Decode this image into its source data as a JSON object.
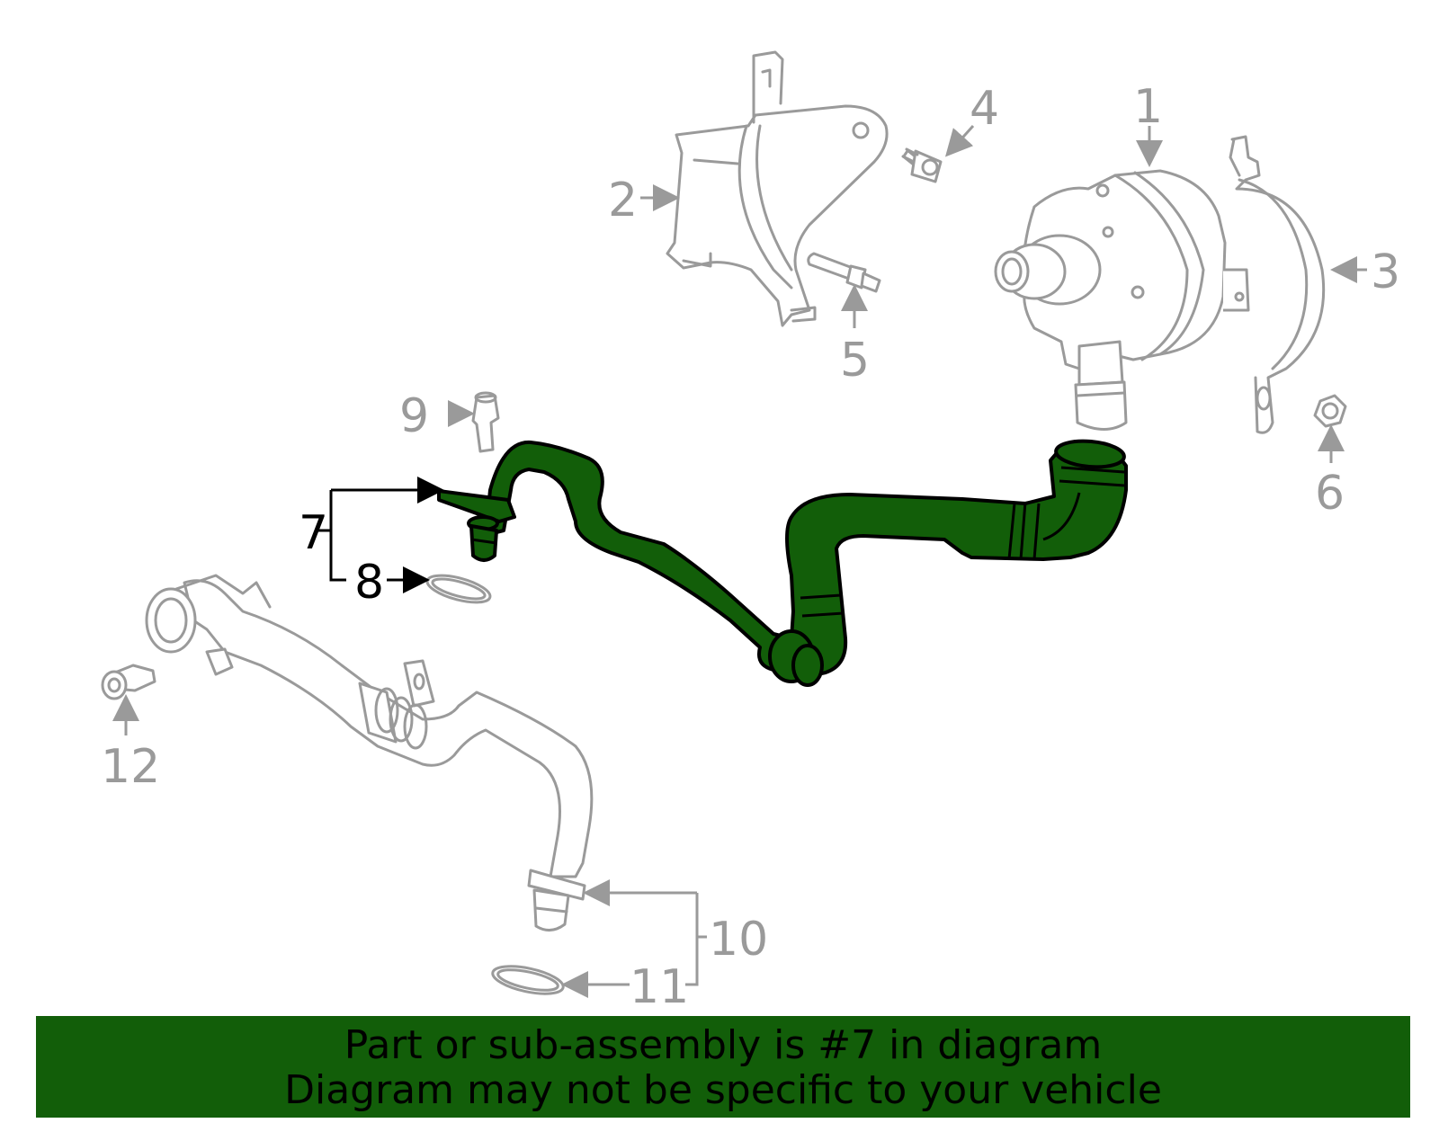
{
  "callouts": {
    "c1": "1",
    "c2": "2",
    "c3": "3",
    "c4": "4",
    "c5": "5",
    "c6": "6",
    "c7": "7",
    "c8": "8",
    "c9": "9",
    "c10": "10",
    "c11": "11",
    "c12": "12"
  },
  "highlight_part": "7",
  "colors": {
    "highlight": "#125e09",
    "outline": "#9a9a9a",
    "highlight_outline": "#000000"
  },
  "banner": {
    "line1": "Part or sub-assembly is #7 in diagram",
    "line2": "Diagram may not be specific to your vehicle"
  }
}
